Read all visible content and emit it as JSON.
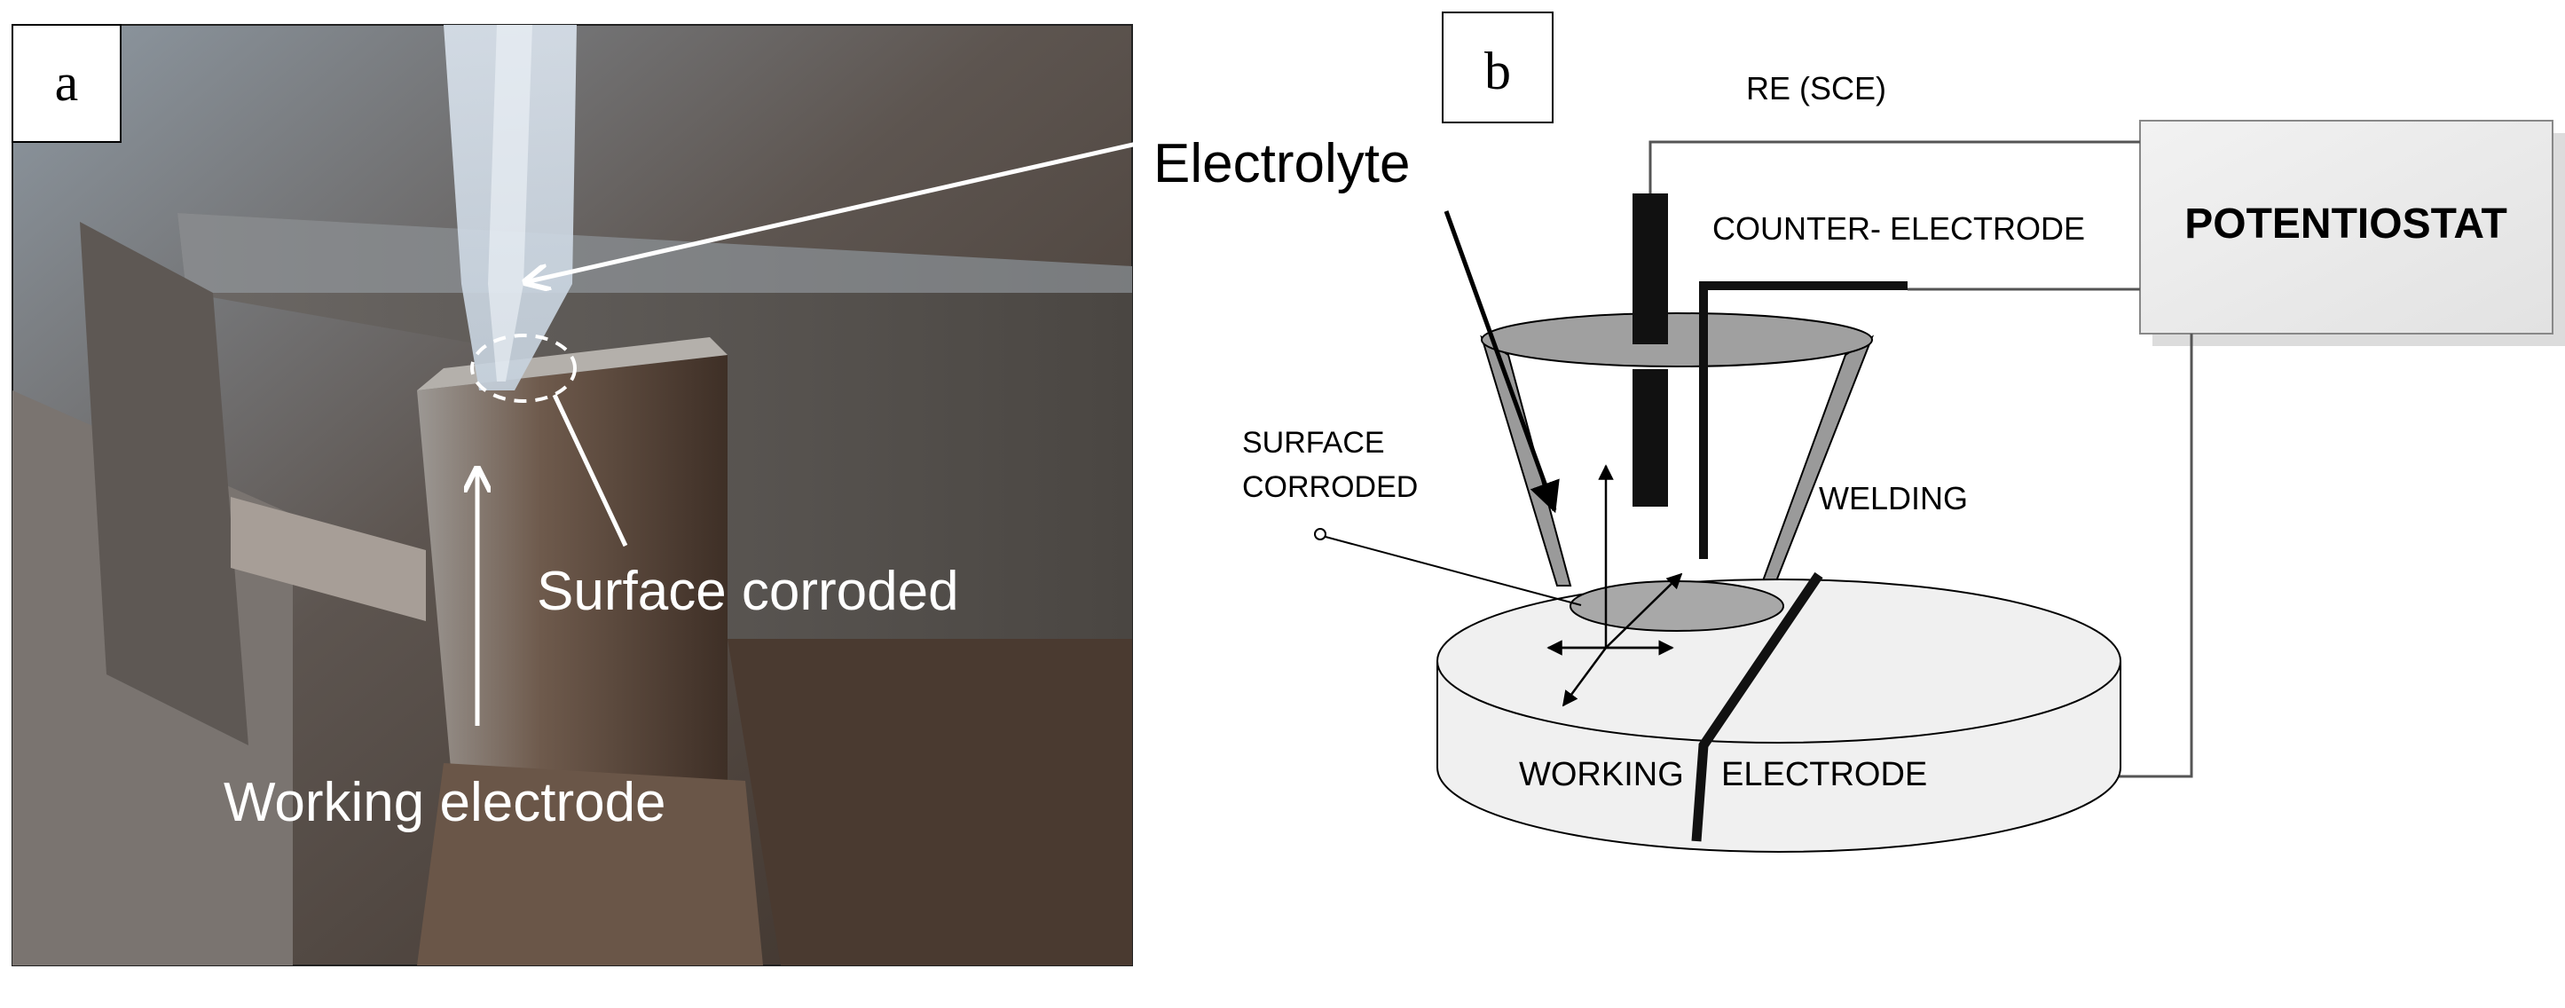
{
  "panel_a": {
    "label": "a",
    "annotations": {
      "electrolyte": "Electrolyte",
      "surface_corroded": "Surface corroded",
      "working_electrode": "Working electrode"
    }
  },
  "panel_b": {
    "label": "b",
    "labels": {
      "re": "RE (SCE)",
      "counter_electrode": "COUNTER- ELECTRODE",
      "potentiostat": "POTENTIOSTAT",
      "surface_line1": "SURFACE",
      "surface_line2": "CORRODED",
      "welding": "WELDING",
      "working": "WORKING",
      "electrode": "ELECTRODE"
    }
  },
  "colors": {
    "photo_background": "#6f6a66",
    "cone_gray": "#9a9a9a",
    "potentiostat_box": "#ececec"
  }
}
